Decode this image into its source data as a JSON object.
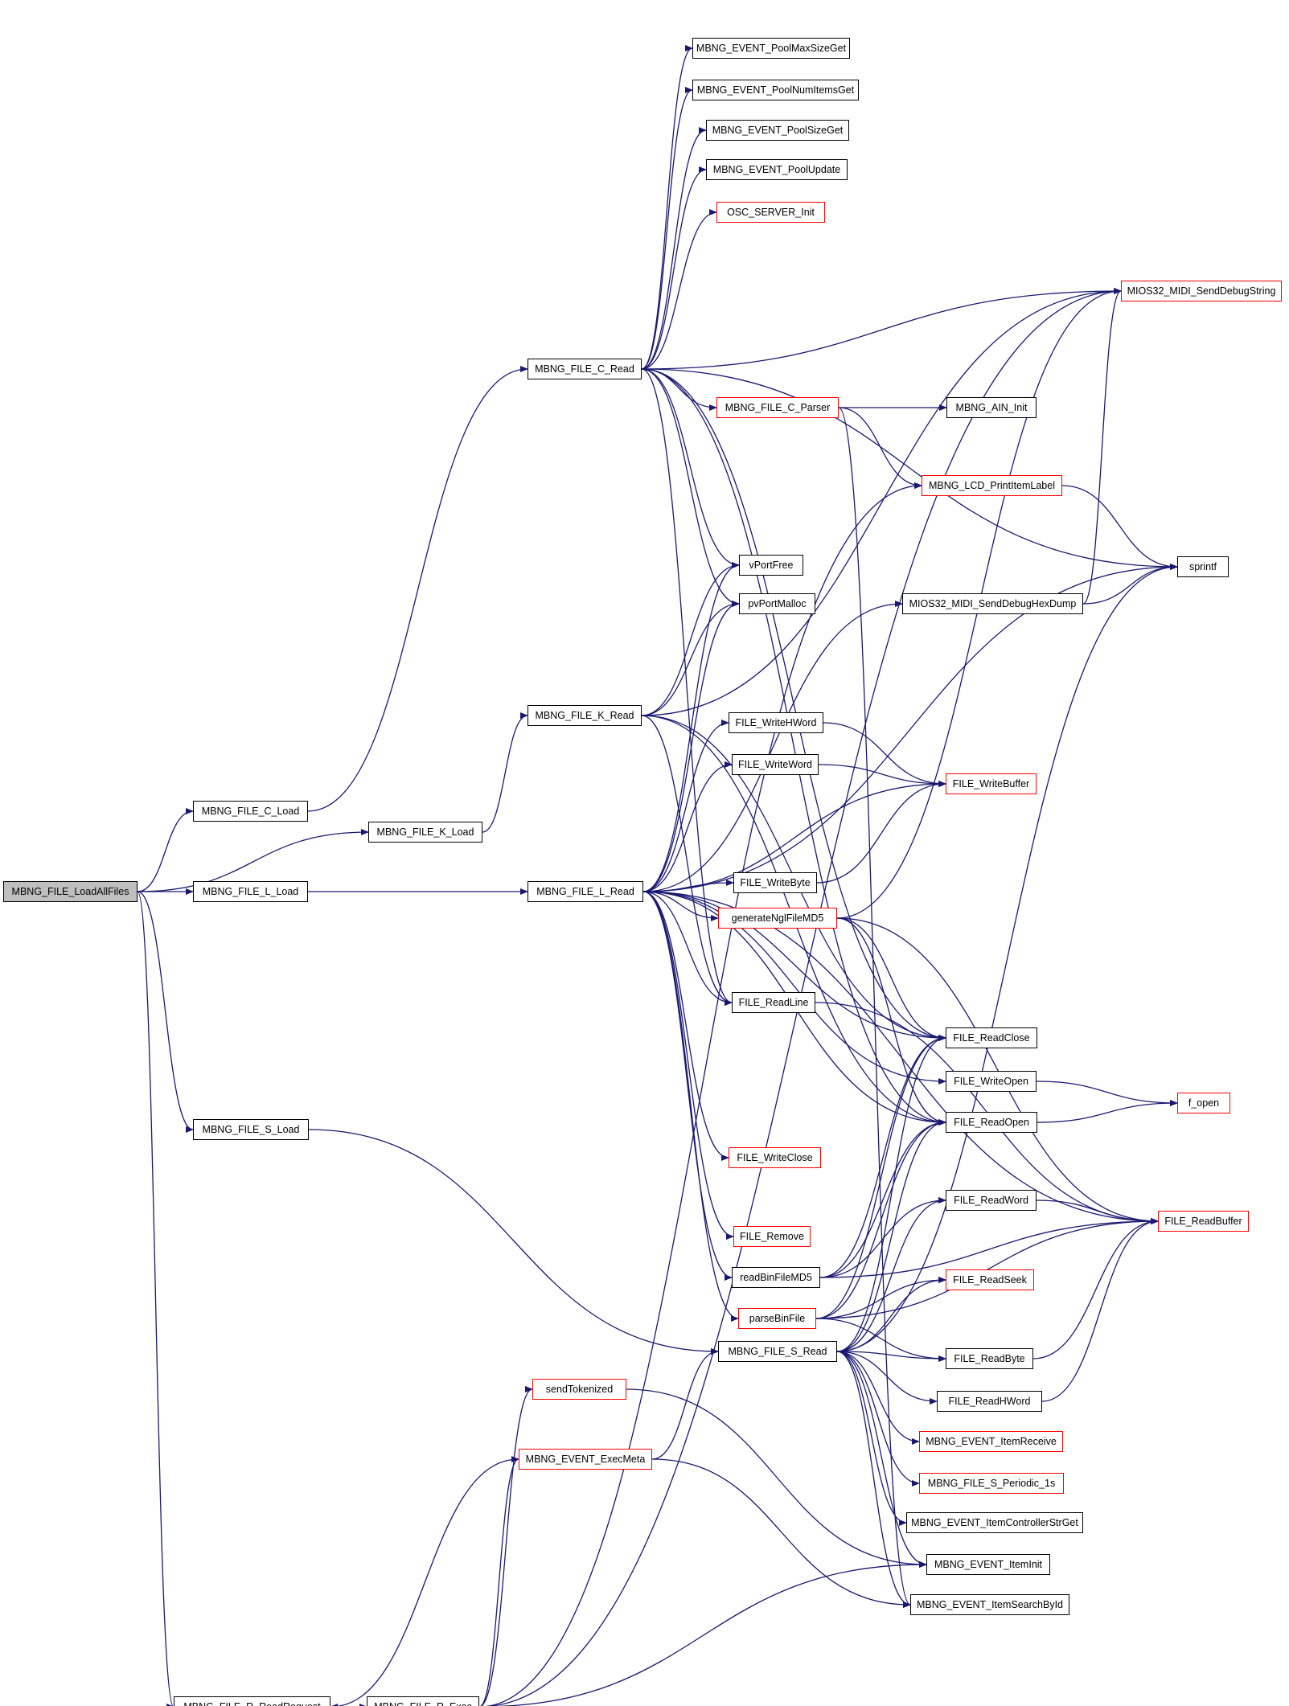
{
  "diagram": {
    "edge_color": "#191970",
    "incomplete_border_color": "#ff0000",
    "root_fill_color": "#bfbfbf",
    "nodes": [
      {
        "id": "loadall",
        "label": "MBNG_FILE_LoadAllFiles",
        "root": true
      },
      {
        "id": "cload",
        "label": "MBNG_FILE_C_Load"
      },
      {
        "id": "kload",
        "label": "MBNG_FILE_K_Load"
      },
      {
        "id": "lload",
        "label": "MBNG_FILE_L_Load"
      },
      {
        "id": "sload",
        "label": "MBNG_FILE_S_Load"
      },
      {
        "id": "rreq",
        "label": "MBNG_FILE_R_ReadRequest"
      },
      {
        "id": "rexec",
        "label": "MBNG_FILE_R_Exec"
      },
      {
        "id": "cread",
        "label": "MBNG_FILE_C_Read"
      },
      {
        "id": "kread",
        "label": "MBNG_FILE_K_Read"
      },
      {
        "id": "lread",
        "label": "MBNG_FILE_L_Read"
      },
      {
        "id": "sread",
        "label": "MBNG_FILE_S_Read"
      },
      {
        "id": "sendtok",
        "label": "sendTokenized",
        "red": true
      },
      {
        "id": "execmeta",
        "label": "MBNG_EVENT_ExecMeta",
        "red": true
      },
      {
        "id": "poolmax",
        "label": "MBNG_EVENT_PoolMaxSizeGet"
      },
      {
        "id": "poolnum",
        "label": "MBNG_EVENT_PoolNumItemsGet"
      },
      {
        "id": "poolsize",
        "label": "MBNG_EVENT_PoolSizeGet"
      },
      {
        "id": "poolupd",
        "label": "MBNG_EVENT_PoolUpdate"
      },
      {
        "id": "oscinit",
        "label": "OSC_SERVER_Init",
        "red": true
      },
      {
        "id": "cparser",
        "label": "MBNG_FILE_C_Parser",
        "red": true
      },
      {
        "id": "vportfree",
        "label": "vPortFree"
      },
      {
        "id": "pvmalloc",
        "label": "pvPortMalloc"
      },
      {
        "id": "writehword",
        "label": "FILE_WriteHWord"
      },
      {
        "id": "writeword",
        "label": "FILE_WriteWord"
      },
      {
        "id": "writebyte",
        "label": "FILE_WriteByte"
      },
      {
        "id": "genmd5",
        "label": "generateNglFileMD5",
        "red": true
      },
      {
        "id": "readline",
        "label": "FILE_ReadLine"
      },
      {
        "id": "writeclose",
        "label": "FILE_WriteClose",
        "red": true
      },
      {
        "id": "remove",
        "label": "FILE_Remove",
        "red": true
      },
      {
        "id": "readbinmd5",
        "label": "readBinFileMD5"
      },
      {
        "id": "parsebin",
        "label": "parseBinFile",
        "red": true
      },
      {
        "id": "debugstr",
        "label": "MIOS32_MIDI_SendDebugString",
        "red": true
      },
      {
        "id": "ainit",
        "label": "MBNG_AIN_Init"
      },
      {
        "id": "lcdprint",
        "label": "MBNG_LCD_PrintItemLabel",
        "red": true
      },
      {
        "id": "hexdump",
        "label": "MIOS32_MIDI_SendDebugHexDump"
      },
      {
        "id": "writebuffer",
        "label": "FILE_WriteBuffer",
        "red": true
      },
      {
        "id": "readclose",
        "label": "FILE_ReadClose"
      },
      {
        "id": "writeopen",
        "label": "FILE_WriteOpen"
      },
      {
        "id": "readopen",
        "label": "FILE_ReadOpen"
      },
      {
        "id": "readword",
        "label": "FILE_ReadWord"
      },
      {
        "id": "readseek",
        "label": "FILE_ReadSeek",
        "red": true
      },
      {
        "id": "readbyte",
        "label": "FILE_ReadByte"
      },
      {
        "id": "readhword",
        "label": "FILE_ReadHWord"
      },
      {
        "id": "itemrecv",
        "label": "MBNG_EVENT_ItemReceive",
        "red": true
      },
      {
        "id": "speriodic",
        "label": "MBNG_FILE_S_Periodic_1s",
        "red": true
      },
      {
        "id": "itemctrl",
        "label": "MBNG_EVENT_ItemControllerStrGet"
      },
      {
        "id": "iteminit",
        "label": "MBNG_EVENT_ItemInit"
      },
      {
        "id": "itemsearch",
        "label": "MBNG_EVENT_ItemSearchById"
      },
      {
        "id": "sprintf",
        "label": "sprintf"
      },
      {
        "id": "fopen",
        "label": "f_open",
        "red": true
      },
      {
        "id": "readbuffer",
        "label": "FILE_ReadBuffer",
        "red": true
      }
    ],
    "edges": [
      [
        "loadall",
        "cload"
      ],
      [
        "loadall",
        "kload"
      ],
      [
        "loadall",
        "lload"
      ],
      [
        "loadall",
        "sload"
      ],
      [
        "loadall",
        "rreq"
      ],
      [
        "cload",
        "cread"
      ],
      [
        "kload",
        "kread"
      ],
      [
        "lload",
        "lread"
      ],
      [
        "sload",
        "sread"
      ],
      [
        "rreq",
        "rexec"
      ],
      [
        "rexec",
        "sendtok"
      ],
      [
        "rexec",
        "execmeta"
      ],
      [
        "rexec",
        "debugstr"
      ],
      [
        "rexec",
        "lcdprint"
      ],
      [
        "rexec",
        "iteminit"
      ],
      [
        "execmeta",
        "rreq"
      ],
      [
        "execmeta",
        "sread"
      ],
      [
        "execmeta",
        "itemsearch"
      ],
      [
        "sendtok",
        "iteminit"
      ],
      [
        "cread",
        "poolmax"
      ],
      [
        "cread",
        "poolnum"
      ],
      [
        "cread",
        "poolsize"
      ],
      [
        "cread",
        "poolupd"
      ],
      [
        "cread",
        "oscinit"
      ],
      [
        "cread",
        "debugstr"
      ],
      [
        "cread",
        "sprintf"
      ],
      [
        "cread",
        "cparser"
      ],
      [
        "cread",
        "vportfree"
      ],
      [
        "cread",
        "pvmalloc"
      ],
      [
        "cread",
        "readline"
      ],
      [
        "cread",
        "readclose"
      ],
      [
        "cread",
        "readopen"
      ],
      [
        "cparser",
        "ainit"
      ],
      [
        "cparser",
        "lcdprint"
      ],
      [
        "cparser",
        "itemsearch"
      ],
      [
        "kread",
        "vportfree"
      ],
      [
        "kread",
        "pvmalloc"
      ],
      [
        "kread",
        "debugstr"
      ],
      [
        "kread",
        "readline"
      ],
      [
        "kread",
        "readclose"
      ],
      [
        "kread",
        "readopen"
      ],
      [
        "lread",
        "vportfree"
      ],
      [
        "lread",
        "pvmalloc"
      ],
      [
        "lread",
        "sprintf"
      ],
      [
        "lread",
        "hexdump"
      ],
      [
        "lread",
        "writehword"
      ],
      [
        "lread",
        "writeword"
      ],
      [
        "lread",
        "writebyte"
      ],
      [
        "lread",
        "writebuffer"
      ],
      [
        "lread",
        "genmd5"
      ],
      [
        "lread",
        "readline"
      ],
      [
        "lread",
        "readclose"
      ],
      [
        "lread",
        "writeopen"
      ],
      [
        "lread",
        "readopen"
      ],
      [
        "lread",
        "readbuffer"
      ],
      [
        "lread",
        "writeclose"
      ],
      [
        "lread",
        "remove"
      ],
      [
        "lread",
        "readbinmd5"
      ],
      [
        "lread",
        "parsebin"
      ],
      [
        "writehword",
        "writebuffer"
      ],
      [
        "writeword",
        "writebuffer"
      ],
      [
        "writebyte",
        "writebuffer"
      ],
      [
        "genmd5",
        "debugstr"
      ],
      [
        "genmd5",
        "readclose"
      ],
      [
        "genmd5",
        "readopen"
      ],
      [
        "genmd5",
        "readbuffer"
      ],
      [
        "readbinmd5",
        "readclose"
      ],
      [
        "readbinmd5",
        "readopen"
      ],
      [
        "readbinmd5",
        "readword"
      ],
      [
        "readbinmd5",
        "readbuffer"
      ],
      [
        "parsebin",
        "readclose"
      ],
      [
        "parsebin",
        "readopen"
      ],
      [
        "parsebin",
        "readseek"
      ],
      [
        "parsebin",
        "readbyte"
      ],
      [
        "parsebin",
        "readbuffer"
      ],
      [
        "hexdump",
        "debugstr"
      ],
      [
        "hexdump",
        "sprintf"
      ],
      [
        "lcdprint",
        "sprintf"
      ],
      [
        "writeopen",
        "fopen"
      ],
      [
        "readopen",
        "fopen"
      ],
      [
        "readline",
        "readbuffer"
      ],
      [
        "readword",
        "readbuffer"
      ],
      [
        "readbyte",
        "readbuffer"
      ],
      [
        "readhword",
        "readbuffer"
      ],
      [
        "sread",
        "readclose"
      ],
      [
        "sread",
        "readopen"
      ],
      [
        "sread",
        "readword"
      ],
      [
        "sread",
        "readseek"
      ],
      [
        "sread",
        "readbyte"
      ],
      [
        "sread",
        "readhword"
      ],
      [
        "sread",
        "itemrecv"
      ],
      [
        "sread",
        "speriodic"
      ],
      [
        "sread",
        "itemctrl"
      ],
      [
        "sread",
        "iteminit"
      ],
      [
        "sread",
        "itemsearch"
      ],
      [
        "sread",
        "sprintf"
      ]
    ]
  }
}
